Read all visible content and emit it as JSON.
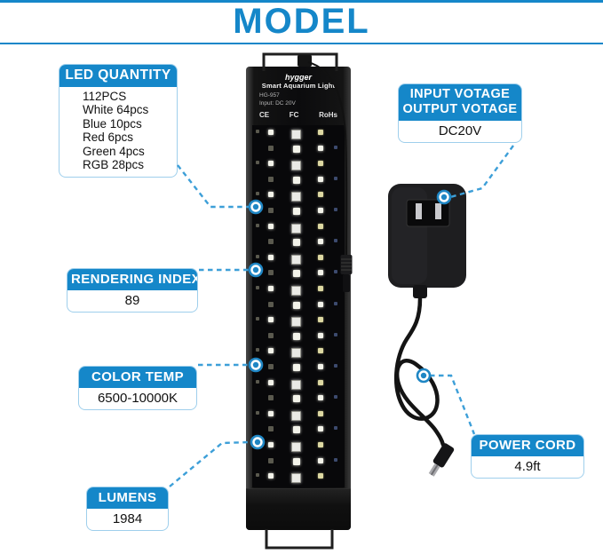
{
  "title": "MODEL",
  "colors": {
    "accent": "#1587c9",
    "dash": "#3d9fd8",
    "box_border": "#9fcfec"
  },
  "callouts": {
    "led_quantity": {
      "header": "LED QUANTITY",
      "lines": [
        "112PCS",
        "White 64pcs",
        "Blue 10pcs",
        "Red 6pcs",
        "Green 4pcs",
        "RGB 28pcs"
      ]
    },
    "rendering_index": {
      "header": "RENDERING INDEX",
      "value": "89"
    },
    "color_temp": {
      "header": "COLOR TEMP",
      "value": "6500-10000K"
    },
    "lumens": {
      "header": "LUMENS",
      "value": "1984"
    },
    "voltage": {
      "header_line1": "INPUT VOTAGE",
      "header_line2": "OUTPUT VOTAGE",
      "value": "DC20V"
    },
    "power_cord": {
      "header": "POWER CORD",
      "value": "4.9ft"
    }
  },
  "light_bar": {
    "brand": "hygger",
    "product": "Smart Aquarium Light",
    "model_no": "HG-957",
    "input_label": "Input: DC 20V",
    "cert_marks": [
      "CE",
      "FC",
      "RoHs"
    ]
  }
}
